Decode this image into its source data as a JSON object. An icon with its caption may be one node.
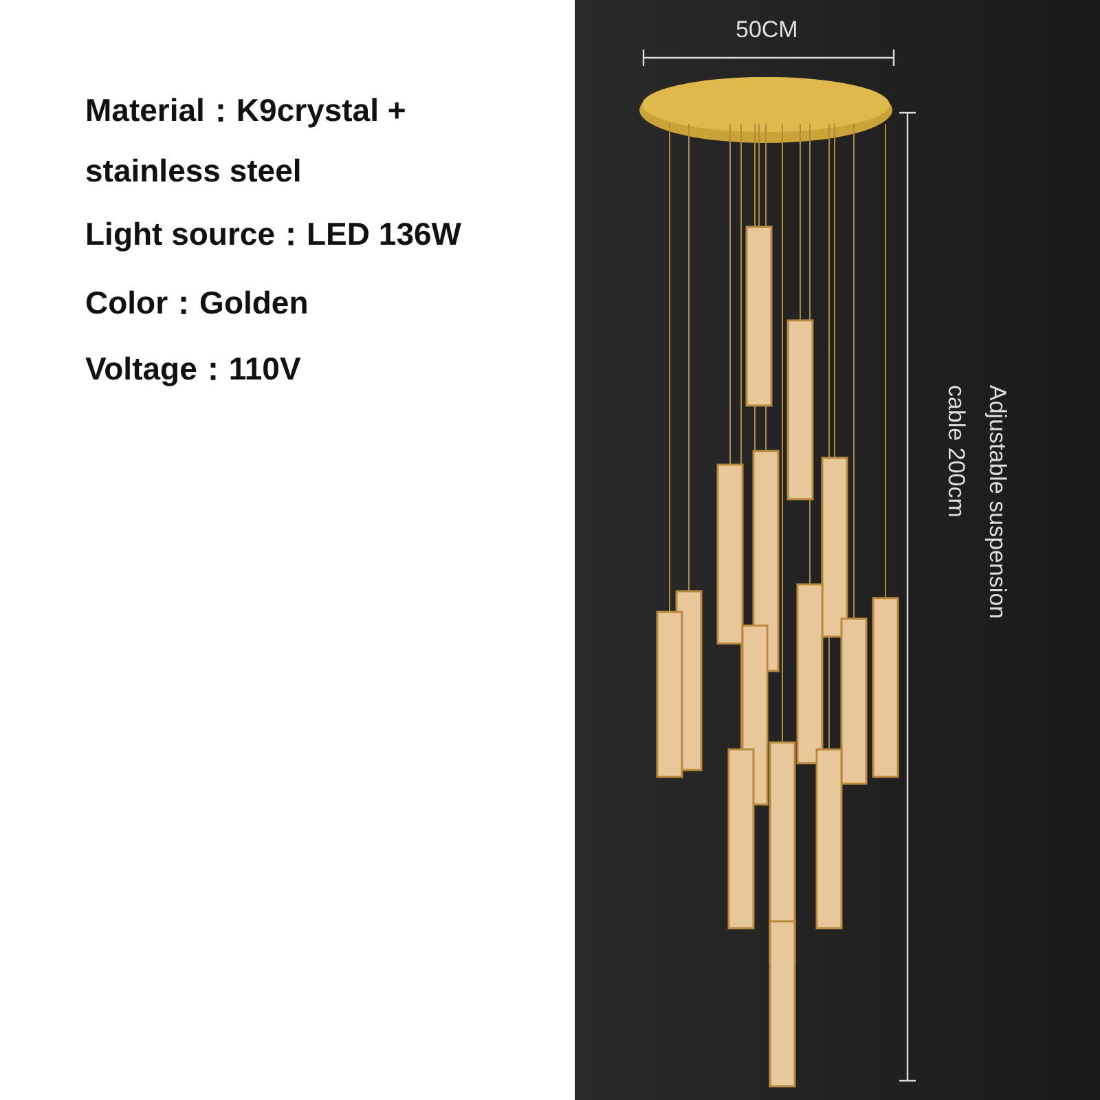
{
  "diagram": {
    "labels": [
      "Material：K9crystal + stainless steel",
      "Light source：LED 136W",
      "Color：Golden",
      "Voltage：110V",
      "50CM",
      "Adjustable suspension cable 200cm"
    ]
  }
}
